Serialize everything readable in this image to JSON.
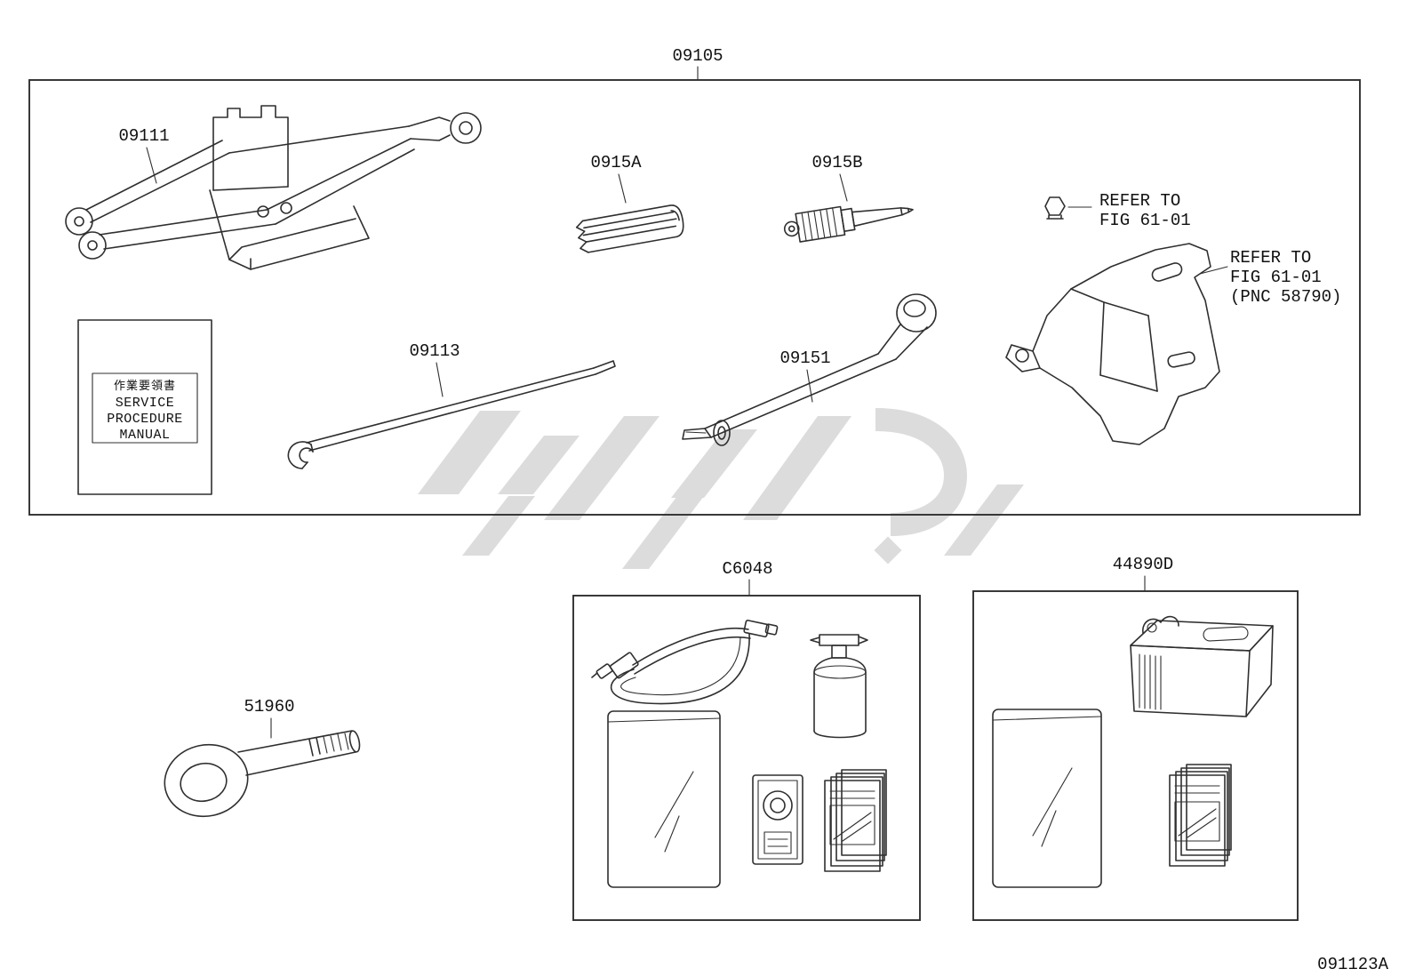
{
  "colors": {
    "line": "#2f2f2f",
    "label": "#111111",
    "watermark": "#dcdcdc",
    "background": "#ffffff"
  },
  "parts": {
    "main_assembly": "09105",
    "jack": "09111",
    "socket_a": "0915A",
    "socket_b": "0915B",
    "handle": "09113",
    "wrench": "09151",
    "repair_kit": "C6048",
    "compressor_kit": "44890D",
    "tow_hook": "51960"
  },
  "notes": {
    "nut_ref": {
      "line1": "REFER TO",
      "line2": "FIG 61-01"
    },
    "bracket_ref": {
      "line1": "REFER TO",
      "line2": "FIG 61-01",
      "line3": "(PNC 58790)"
    }
  },
  "manual": {
    "jp": "作業要領書",
    "line1": "SERVICE",
    "line2": "PROCEDURE",
    "line3": "MANUAL"
  },
  "footer": {
    "diagram_id": "091123A"
  }
}
